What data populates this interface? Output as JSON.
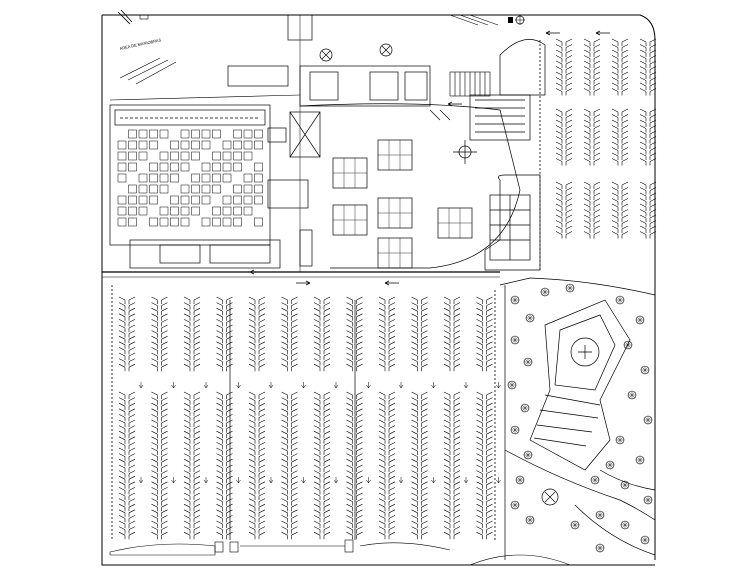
{
  "drawing": {
    "area_label": "AREA DE MANIOBRAS",
    "legend": {
      "north_arrow_icon": "north-arrow-icon",
      "compass_icon": "compass-rose-icon"
    },
    "parking": {
      "west_block": {
        "rows": 3,
        "columns": 12,
        "stalls_per_column": 13
      },
      "east_strip": {
        "rows": 3,
        "columns": 4,
        "stalls_per_column": 10
      }
    },
    "colors": {
      "line": "#000000",
      "background": "#ffffff"
    }
  }
}
